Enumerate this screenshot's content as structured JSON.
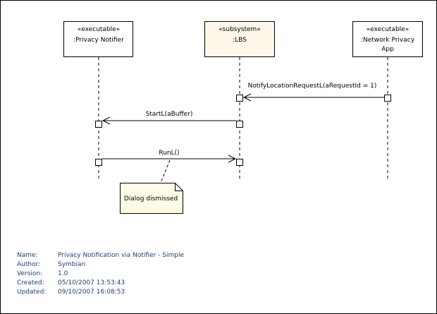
{
  "diagram": {
    "lifelines": [
      {
        "stereotype": "«executable»",
        "name": ":Privacy Notifier",
        "name2": ""
      },
      {
        "stereotype": "«subsystem»",
        "name": ":LBS",
        "name2": ""
      },
      {
        "stereotype": "«executable»",
        "name": ":Network Privacy",
        "name2": "App"
      }
    ],
    "messages": [
      {
        "label": "NotifyLocationRequestL(aRequestId = 1)",
        "from": 2,
        "to": 1
      },
      {
        "label": "StartL(aBuffer)",
        "from": 1,
        "to": 0
      },
      {
        "label": "RunL()",
        "from": 0,
        "to": 1
      }
    ],
    "note": {
      "text": "Dialog dismissed"
    }
  },
  "metadata": [
    {
      "key": "Name:",
      "value": "Privacy Notification via Notifier - Simple"
    },
    {
      "key": "Author:",
      "value": "Symbian"
    },
    {
      "key": "Version:",
      "value": "1.0"
    },
    {
      "key": "Created:",
      "value": "05/10/2007 13:53:43"
    },
    {
      "key": "Updated:",
      "value": "09/10/2007 16:08:53"
    }
  ],
  "colors": {
    "lifeline_fill": "#ffffff",
    "subsystem_fill": "#fdf8ea",
    "note_fill": "#fefce6",
    "metadata_text": "#1f3d7a",
    "border": "#000000"
  }
}
